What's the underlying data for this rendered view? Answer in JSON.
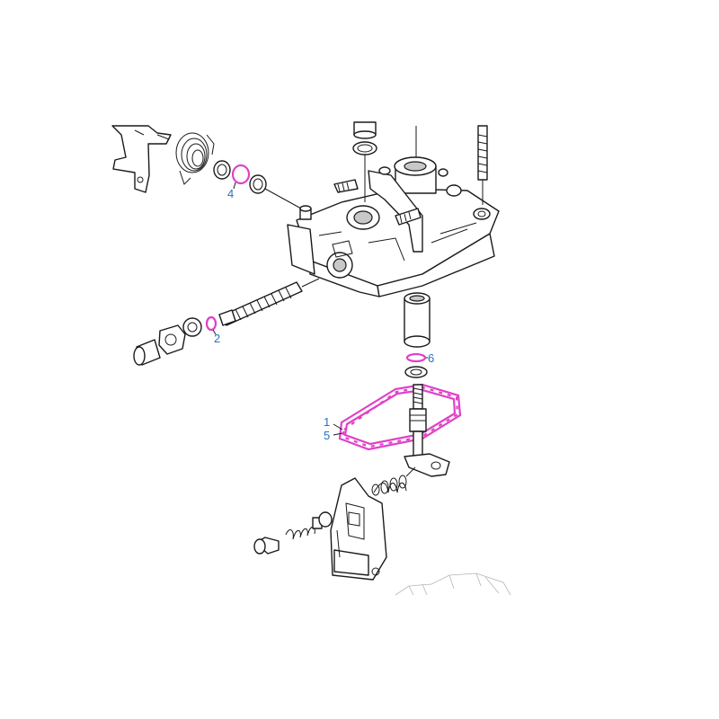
{
  "colors": {
    "highlight": "#e040c8",
    "callout_text": "#2a6fbf",
    "line": "#1a1a1a"
  },
  "callouts": [
    {
      "id": "c4",
      "label": "4"
    },
    {
      "id": "c2",
      "label": "2"
    },
    {
      "id": "c6",
      "label": "6"
    },
    {
      "id": "c1",
      "label": "1"
    },
    {
      "id": "c5",
      "label": "5"
    }
  ]
}
